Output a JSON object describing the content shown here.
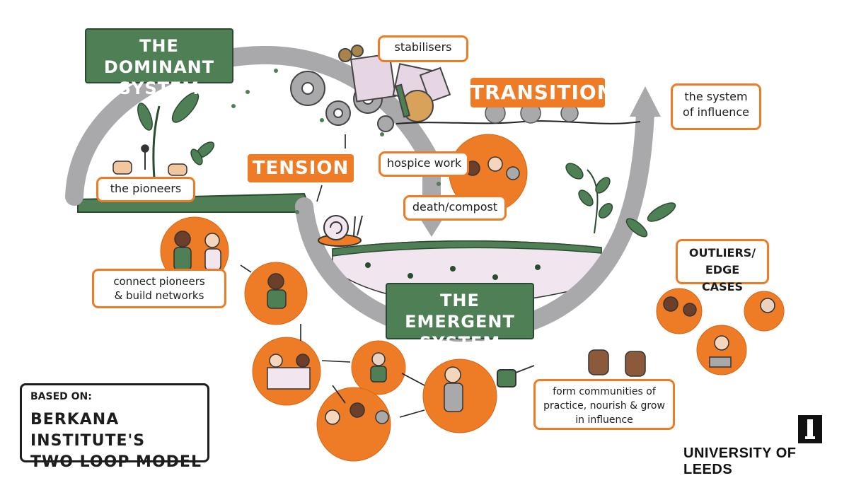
{
  "titles": {
    "dominant_system": "THE DOMINANT\nSYSTEM",
    "emergent_system": "THE EMERGENT\nSYSTEM",
    "transition": "TRANSITION",
    "tension": "TENSION"
  },
  "labels": {
    "stabilisers": "stabilisers",
    "system_of_influence": "the system\nof influence",
    "the_pioneers": "the pioneers",
    "hospice_work": "hospice work",
    "death_compost": "death/compost",
    "outliers": "OUTLIERS/\nEDGE CASES",
    "connect_pioneers": "connect pioneers\n& build  networks",
    "form_communities": "form communities of\npractice, nourish & grow\nin influence"
  },
  "source": {
    "based_on": "BASED ON:",
    "model_name": "BERKANA INSTITUTE'S\nTWO LOOP MODEL"
  },
  "branding": {
    "university": "UNIVERSITY OF LEEDS"
  },
  "colors": {
    "orange": "#ee7c26",
    "green": "#4e7f55",
    "grey_loop": "#a9a9ab",
    "soil": "#f1e6ef",
    "white": "#ffffff"
  },
  "icons": [
    "gear-icon",
    "plant-icon",
    "snail-icon",
    "arrow-icon",
    "watering-can-icon",
    "university-crest-icon"
  ]
}
